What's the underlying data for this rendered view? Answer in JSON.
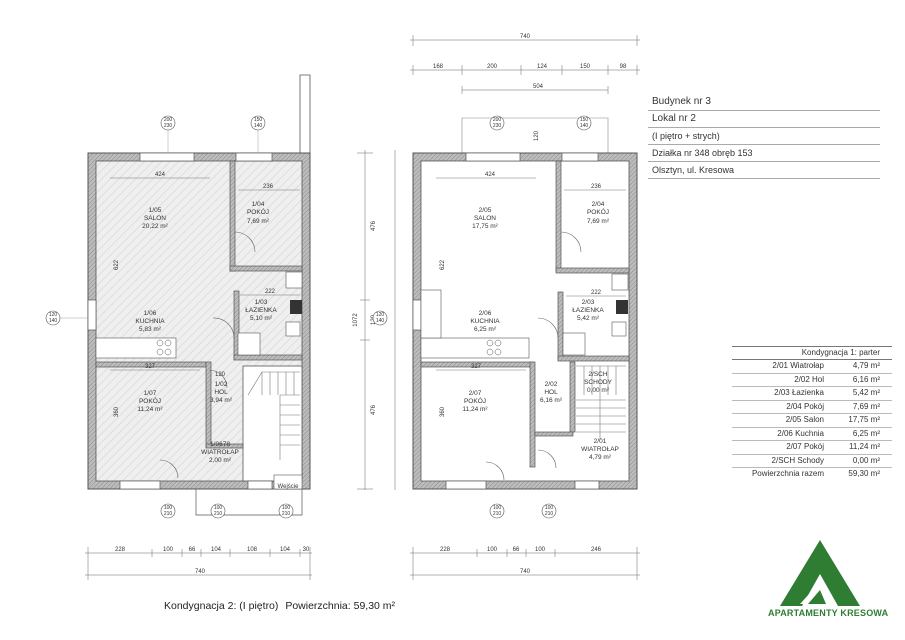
{
  "info": {
    "building": "Budynek nr 3",
    "unit": "Lokal nr 2",
    "levels": "(I piętro + strych)",
    "plot": "Działka nr 348 obręb 153",
    "address": "Olsztyn, ul. Kresowa"
  },
  "area_table": {
    "title": "Kondygnacja 1: parter",
    "rows": [
      {
        "name": "2/01 Wiatrołap",
        "value": "4,79 m²"
      },
      {
        "name": "2/02 Hol",
        "value": "6,16 m²"
      },
      {
        "name": "2/03 Łazienka",
        "value": "5,42 m²"
      },
      {
        "name": "2/04 Pokój",
        "value": "7,69 m²"
      },
      {
        "name": "2/05 Salon",
        "value": "17,75 m²"
      },
      {
        "name": "2/06 Kuchnia",
        "value": "6,25 m²"
      },
      {
        "name": "2/07 Pokój",
        "value": "11,24 m²"
      },
      {
        "name": "2/SCH Schody",
        "value": "0,00 m²"
      }
    ],
    "total_label": "Powierzchnia razem",
    "total_value": "59,30 m²"
  },
  "caption": {
    "level": "Kondygnacja 2: (I piętro)",
    "area_label": "Powierzchnia: 59,30 m²"
  },
  "logo": {
    "text": "APARTAMENTY KRESOWA",
    "color": "#2e7d32"
  },
  "left_plan": {
    "rooms": [
      {
        "id": "1/05",
        "name": "SALON",
        "area": "20,22 m²"
      },
      {
        "id": "1/04",
        "name": "POKÓJ",
        "area": "7,69 m²"
      },
      {
        "id": "1/06",
        "name": "KUCHNIA",
        "area": "5,83 m²"
      },
      {
        "id": "1/03",
        "name": "ŁAZIENKA",
        "area": "5,10 m²"
      },
      {
        "id": "1/07",
        "name": "POKÓJ",
        "area": "11,24 m²"
      },
      {
        "id": "1/02",
        "name": "HOL",
        "area": "3,94 m²"
      },
      {
        "id": "1/0678",
        "name": "WIATROŁAP",
        "area": "2,00 m²"
      }
    ],
    "entrance": "Wejście",
    "inner_dims": [
      "424",
      "236",
      "222",
      "327",
      "120",
      "622",
      "360"
    ],
    "bottom_dims": [
      "228",
      "100",
      "66",
      "104",
      "108",
      "104",
      "30"
    ],
    "total_width": "740",
    "openings": [
      "200\n230",
      "150\n140",
      "120\n140",
      "100\n210",
      "100\n210",
      "100\n210"
    ]
  },
  "right_plan": {
    "rooms": [
      {
        "id": "2/05",
        "name": "SALON",
        "area": "17,75 m²"
      },
      {
        "id": "2/04",
        "name": "POKÓJ",
        "area": "7,69 m²"
      },
      {
        "id": "2/06",
        "name": "KUCHNIA",
        "area": "6,25 m²"
      },
      {
        "id": "2/03",
        "name": "ŁAZIENKA",
        "area": "5,42 m²"
      },
      {
        "id": "2/07",
        "name": "POKÓJ",
        "area": "11,24 m²"
      },
      {
        "id": "2/02",
        "name": "HOL",
        "area": "6,16 m²"
      },
      {
        "id": "2/SCH",
        "name": "SCHODY",
        "area": "0,00 m²"
      },
      {
        "id": "2/01",
        "name": "WIATROŁAP",
        "area": "4,79 m²"
      }
    ],
    "top_total": "740",
    "top_dims": [
      "168",
      "200",
      "124",
      "150",
      "98"
    ],
    "sub_dim": "504",
    "side_dims": [
      "476",
      "1072",
      "120",
      "476"
    ],
    "inner_dims": [
      "424",
      "236",
      "222",
      "327",
      "622",
      "360",
      "120"
    ],
    "bottom_dims": [
      "228",
      "100",
      "66",
      "100",
      "246"
    ],
    "total_width": "740"
  }
}
